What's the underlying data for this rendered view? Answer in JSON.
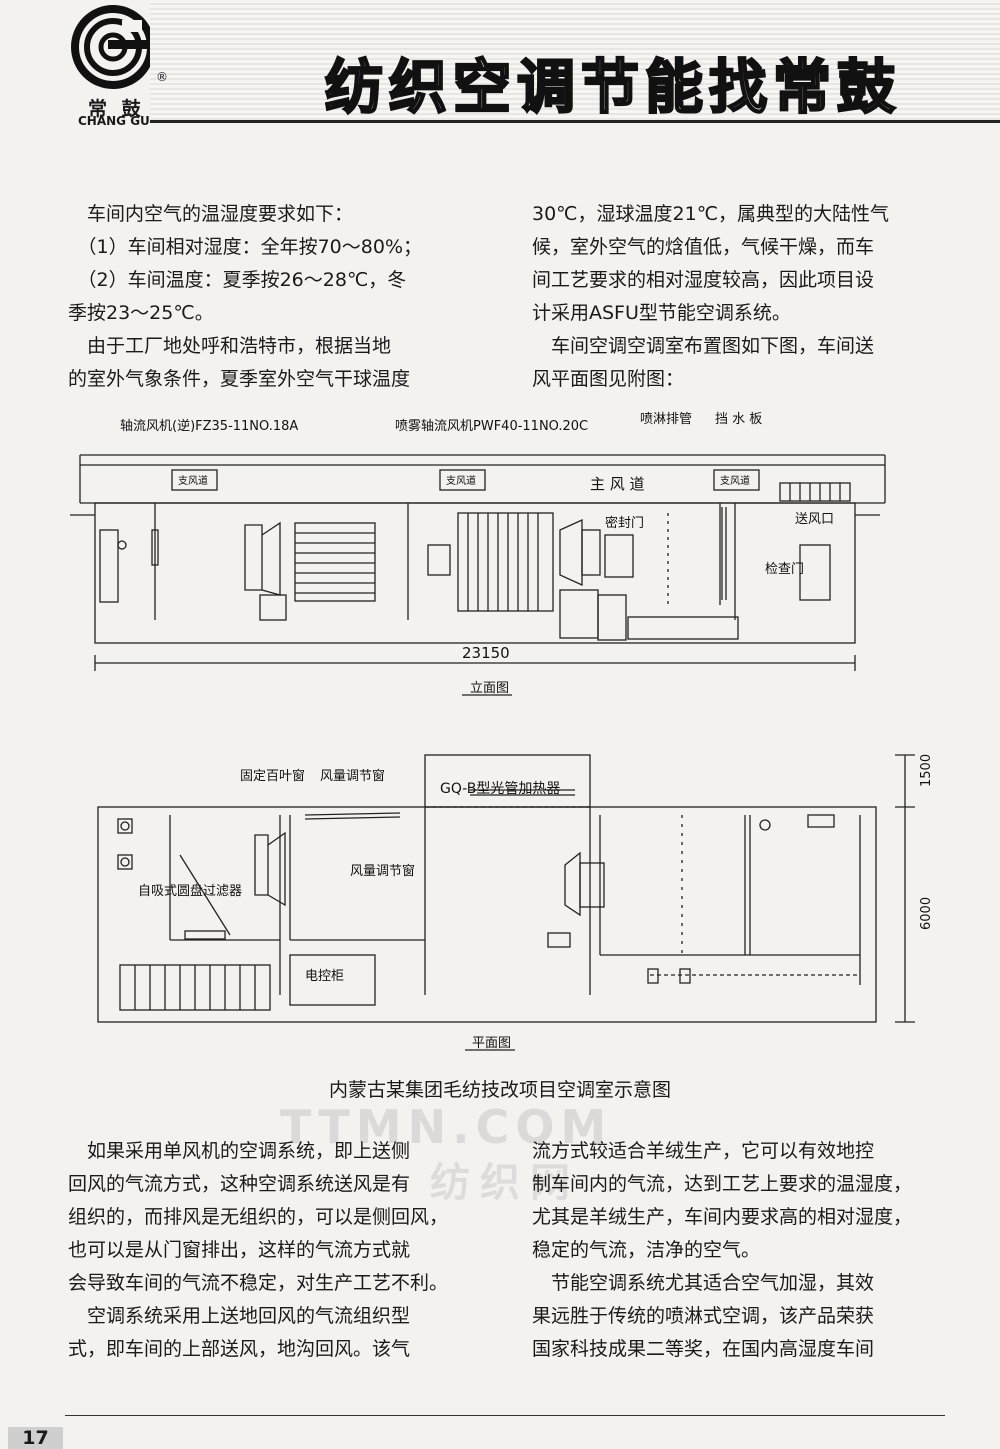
{
  "header": {
    "logo_cn": "常 鼓",
    "logo_en": "CHANG GU",
    "logo_reg": "®",
    "banner": "纺织空调节能找常鼓"
  },
  "text": {
    "left_top": [
      "　车间内空气的温湿度要求如下：",
      "　（1）车间相对湿度：全年按70～80%；",
      "　（2）车间温度：夏季按26～28℃，冬",
      "季按23～25℃。",
      "　由于工厂地处呼和浩特市，根据当地",
      "的室外气象条件，夏季室外空气干球温度"
    ],
    "right_top": [
      "30℃，湿球温度21℃，属典型的大陆性气",
      "候，室外空气的焓值低，气候干燥，而车",
      "间工艺要求的相对湿度较高，因此项目设",
      "计采用ASFU型节能空调系统。",
      "　车间空调空调室布置图如下图，车间送",
      "风平面图见附图："
    ],
    "left_bottom": [
      "　如果采用单风机的空调系统，即上送侧",
      "回风的气流方式，这种空调系统送风是有",
      "组织的，而排风是无组织的，可以是侧回风，",
      "也可以是从门窗排出，这样的气流方式就",
      "会导致车间的气流不稳定，对生产工艺不利。",
      "　空调系统采用上送地回风的气流组织型",
      "式，即车间的上部送风，地沟回风。该气"
    ],
    "right_bottom": [
      "流方式较适合羊绒生产，它可以有效地控",
      "制车间内的气流，达到工艺上要求的温湿度，",
      "尤其是羊绒生产，车间内要求高的相对湿度，",
      "稳定的气流，洁净的空气。",
      "　节能空调系统尤其适合空气加湿，其效",
      "果远胜于传统的喷淋式空调，该产品荣获",
      "国家科技成果二等奖，在国内高湿度车间"
    ]
  },
  "drawing": {
    "elevation": {
      "label_fan1": "轴流风机(逆)FZ35-11NO.18A",
      "label_fan2": "喷雾轴流风机PWF40-11NO.20C",
      "label_pipe": "喷淋排管",
      "label_baffle": "挡 水 板",
      "label_main_duct": "主 风 道",
      "label_branch1": "支风道",
      "label_branch2": "支风道",
      "label_branch3": "支风道",
      "label_seal_door": "密封门",
      "label_supply": "送风口",
      "label_inspect": "检查门",
      "dimension": "23150",
      "title": "立面图"
    },
    "plan": {
      "label_louver": "固定百叶窗",
      "label_damper": "风量调节窗",
      "label_heater": "GQ-B型光管加热器",
      "label_damper2": "风量调节窗",
      "label_filter": "自吸式圆盘过滤器",
      "label_control": "电控柜",
      "dim_1500": "1500",
      "dim_6000": "6000",
      "title": "平面图"
    }
  },
  "caption": "内蒙古某集团毛纺技改项目空调室示意图",
  "watermark": "TTMN.COM",
  "watermark2": "纺织网",
  "page_number": "17"
}
